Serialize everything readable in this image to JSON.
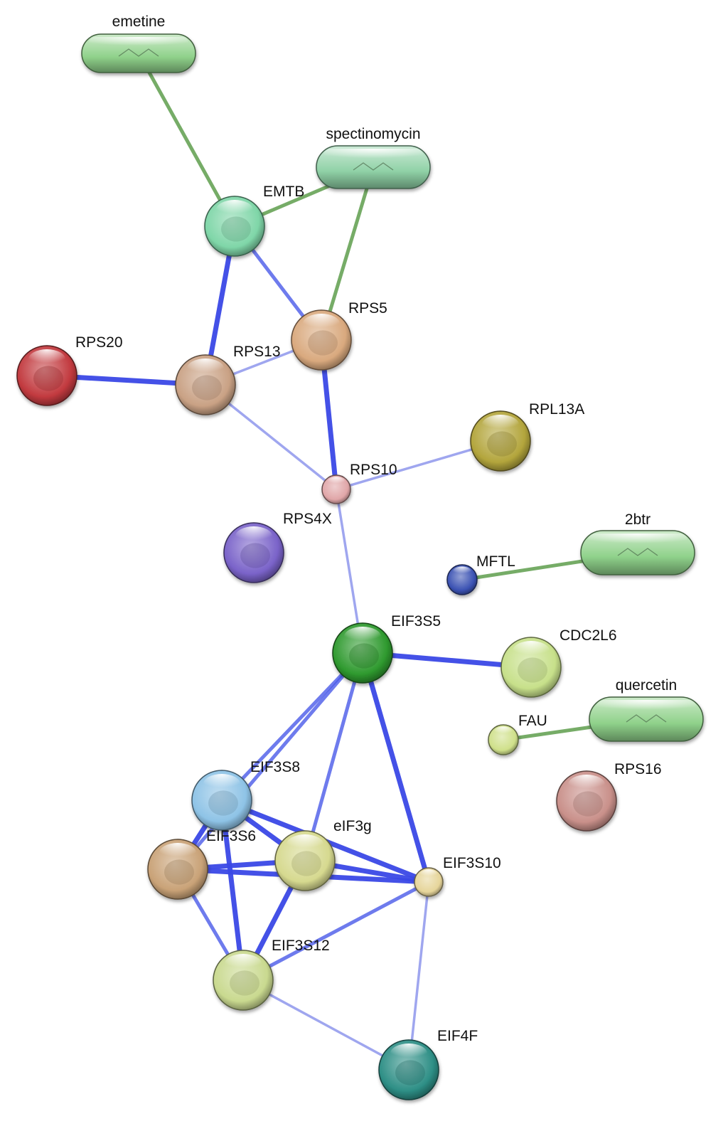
{
  "nodes": [
    {
      "id": "emetine",
      "label": "emetine",
      "kind": "chemical",
      "color": "#8fd18a"
    },
    {
      "id": "spectinomycin",
      "label": "spectinomycin",
      "kind": "chemical",
      "color": "#8fd1a6"
    },
    {
      "id": "EMTB",
      "label": "EMTB",
      "kind": "protein",
      "color": "#7fd6a8"
    },
    {
      "id": "RPS5",
      "label": "RPS5",
      "kind": "protein",
      "color": "#d9a97e"
    },
    {
      "id": "RPS13",
      "label": "RPS13",
      "kind": "protein",
      "color": "#c9a184"
    },
    {
      "id": "RPS20",
      "label": "RPS20",
      "kind": "protein",
      "color": "#c23a3f"
    },
    {
      "id": "RPL13A",
      "label": "RPL13A",
      "kind": "protein",
      "color": "#b3a53c"
    },
    {
      "id": "RPS10",
      "label": "RPS10",
      "kind": "protein",
      "color": "#e0a6a8"
    },
    {
      "id": "RPS4X",
      "label": "RPS4X",
      "kind": "protein",
      "color": "#7a63c9"
    },
    {
      "id": "2btr",
      "label": "2btr",
      "kind": "chemical",
      "color": "#8fd18a"
    },
    {
      "id": "MFTL",
      "label": "MFTL",
      "kind": "protein",
      "color": "#3b52b3"
    },
    {
      "id": "EIF3S5",
      "label": "EIF3S5",
      "kind": "protein",
      "color": "#2f9a2f"
    },
    {
      "id": "CDC2L6",
      "label": "CDC2L6",
      "kind": "protein",
      "color": "#c7e08a"
    },
    {
      "id": "quercetin",
      "label": "quercetin",
      "kind": "chemical",
      "color": "#8fd18a"
    },
    {
      "id": "FAU",
      "label": "FAU",
      "kind": "protein",
      "color": "#cfe08a"
    },
    {
      "id": "RPS16",
      "label": "RPS16",
      "kind": "protein",
      "color": "#c9908a"
    },
    {
      "id": "EIF3S8",
      "label": "EIF3S8",
      "kind": "protein",
      "color": "#8ec3e6"
    },
    {
      "id": "eIF3g",
      "label": "eIF3g",
      "kind": "protein",
      "color": "#d6d98f"
    },
    {
      "id": "EIF3S6",
      "label": "EIF3S6",
      "kind": "protein",
      "color": "#c9a277"
    },
    {
      "id": "EIF3S10",
      "label": "EIF3S10",
      "kind": "protein",
      "color": "#e6d59a"
    },
    {
      "id": "EIF3S12",
      "label": "EIF3S12",
      "kind": "protein",
      "color": "#c9d98f"
    },
    {
      "id": "EIF4F",
      "label": "EIF4F",
      "kind": "protein",
      "color": "#2e8f86"
    }
  ],
  "edges": [
    {
      "from": "emetine",
      "to": "EMTB",
      "type": "chemical"
    },
    {
      "from": "spectinomycin",
      "to": "EMTB",
      "type": "chemical"
    },
    {
      "from": "spectinomycin",
      "to": "RPS5",
      "type": "chemical"
    },
    {
      "from": "EMTB",
      "to": "RPS13",
      "type": "protein",
      "strength": "strong"
    },
    {
      "from": "EMTB",
      "to": "RPS5",
      "type": "protein",
      "strength": "medium"
    },
    {
      "from": "RPS20",
      "to": "RPS13",
      "type": "protein",
      "strength": "strong"
    },
    {
      "from": "RPS13",
      "to": "RPS5",
      "type": "protein",
      "strength": "weak"
    },
    {
      "from": "RPS13",
      "to": "RPS10",
      "type": "protein",
      "strength": "weak"
    },
    {
      "from": "RPS5",
      "to": "RPS10",
      "type": "protein",
      "strength": "strong"
    },
    {
      "from": "RPS10",
      "to": "RPL13A",
      "type": "protein",
      "strength": "weak"
    },
    {
      "from": "RPS10",
      "to": "EIF3S5",
      "type": "protein",
      "strength": "weak"
    },
    {
      "from": "MFTL",
      "to": "2btr",
      "type": "chemical"
    },
    {
      "from": "EIF3S5",
      "to": "CDC2L6",
      "type": "protein",
      "strength": "strong"
    },
    {
      "from": "FAU",
      "to": "quercetin",
      "type": "chemical"
    },
    {
      "from": "EIF3S5",
      "to": "EIF3S8",
      "type": "protein",
      "strength": "medium"
    },
    {
      "from": "EIF3S5",
      "to": "EIF3S6",
      "type": "protein",
      "strength": "medium"
    },
    {
      "from": "EIF3S5",
      "to": "eIF3g",
      "type": "protein",
      "strength": "medium"
    },
    {
      "from": "EIF3S5",
      "to": "EIF3S10",
      "type": "protein",
      "strength": "strong"
    },
    {
      "from": "EIF3S8",
      "to": "EIF3S6",
      "type": "protein",
      "strength": "strong"
    },
    {
      "from": "EIF3S8",
      "to": "eIF3g",
      "type": "protein",
      "strength": "strong"
    },
    {
      "from": "EIF3S8",
      "to": "EIF3S10",
      "type": "protein",
      "strength": "strong"
    },
    {
      "from": "EIF3S8",
      "to": "EIF3S12",
      "type": "protein",
      "strength": "strong"
    },
    {
      "from": "EIF3S6",
      "to": "eIF3g",
      "type": "protein",
      "strength": "strong"
    },
    {
      "from": "EIF3S6",
      "to": "EIF3S10",
      "type": "protein",
      "strength": "strong"
    },
    {
      "from": "EIF3S6",
      "to": "EIF3S12",
      "type": "protein",
      "strength": "medium"
    },
    {
      "from": "eIF3g",
      "to": "EIF3S10",
      "type": "protein",
      "strength": "strong"
    },
    {
      "from": "eIF3g",
      "to": "EIF3S12",
      "type": "protein",
      "strength": "strong"
    },
    {
      "from": "EIF3S10",
      "to": "EIF3S12",
      "type": "protein",
      "strength": "medium"
    },
    {
      "from": "EIF3S10",
      "to": "EIF4F",
      "type": "protein",
      "strength": "weak"
    },
    {
      "from": "EIF3S12",
      "to": "EIF4F",
      "type": "protein",
      "strength": "weak"
    }
  ]
}
